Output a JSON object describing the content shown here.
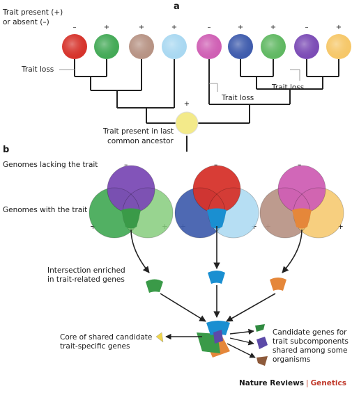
{
  "panel_a": {
    "label": "a",
    "legend_line1": "Trait present (+)",
    "legend_line2": "or absent (–)",
    "tips": [
      {
        "sign": "–",
        "color": "#d6332b"
      },
      {
        "sign": "+",
        "color": "#43a956"
      },
      {
        "sign": "+",
        "color": "#b79384"
      },
      {
        "sign": "+",
        "color": "#a9d8f1"
      },
      {
        "sign": "–",
        "color": "#cf5fb4"
      },
      {
        "sign": "+",
        "color": "#3f5cad"
      },
      {
        "sign": "+",
        "color": "#60b862"
      },
      {
        "sign": "–",
        "color": "#7b4bb5"
      },
      {
        "sign": "+",
        "color": "#f6c768"
      }
    ],
    "root_sign": "+",
    "root_color": "#f3ea8a",
    "trait_loss": "Trait loss",
    "ancestor_line1": "Trait present in last",
    "ancestor_line2": "common ancestor"
  },
  "panel_b": {
    "label": "b",
    "lacking": "Genomes lacking the trait",
    "with_trait": "Genomes with the trait",
    "minus": "–",
    "plus": "+",
    "intersection_line1": "Intersection enriched",
    "intersection_line2": "in trait-related genes",
    "core_line1": "Core of shared candidate",
    "core_line2": "trait-specific genes",
    "candidate_line1": "Candidate genes for",
    "candidate_line2": "trait subcomponents",
    "candidate_line3": "shared among some",
    "candidate_line4": "organisms",
    "venns": [
      {
        "top": "#7b4bb5",
        "left": "#43a956",
        "right": "#86cd7c",
        "wedge": "#3a9a48"
      },
      {
        "top": "#d6332b",
        "left": "#3f5cad",
        "right": "#a9d8f1",
        "wedge": "#1a8fd1"
      },
      {
        "top": "#cf5fb4",
        "left": "#b79384",
        "right": "#f6c768",
        "wedge": "#e5873a"
      }
    ]
  },
  "credit": {
    "journal": "Nature Reviews",
    "separator": "|",
    "section": "Genetics"
  }
}
